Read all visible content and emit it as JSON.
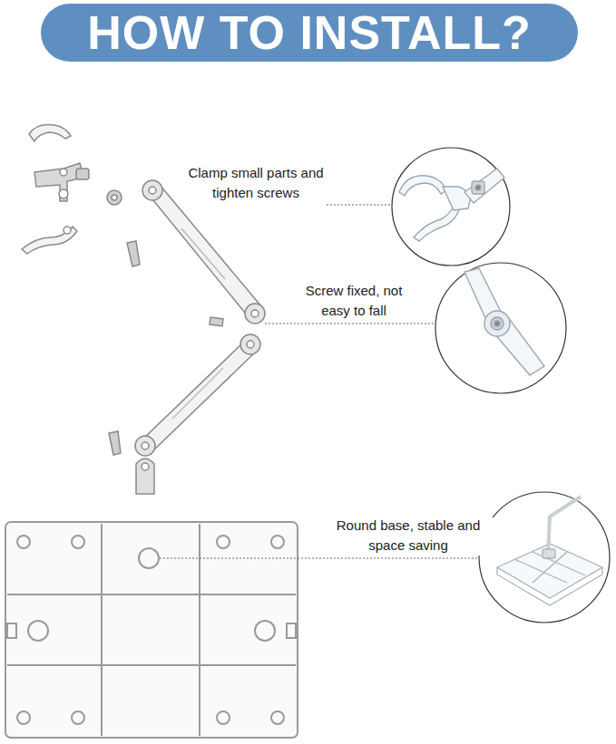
{
  "diagram": {
    "title": "HOW TO INSTALL?",
    "labels": [
      "Clamp small parts and tighten screws",
      "Screw fixed, not easy to fall",
      "Round base, stable and space saving"
    ]
  }
}
